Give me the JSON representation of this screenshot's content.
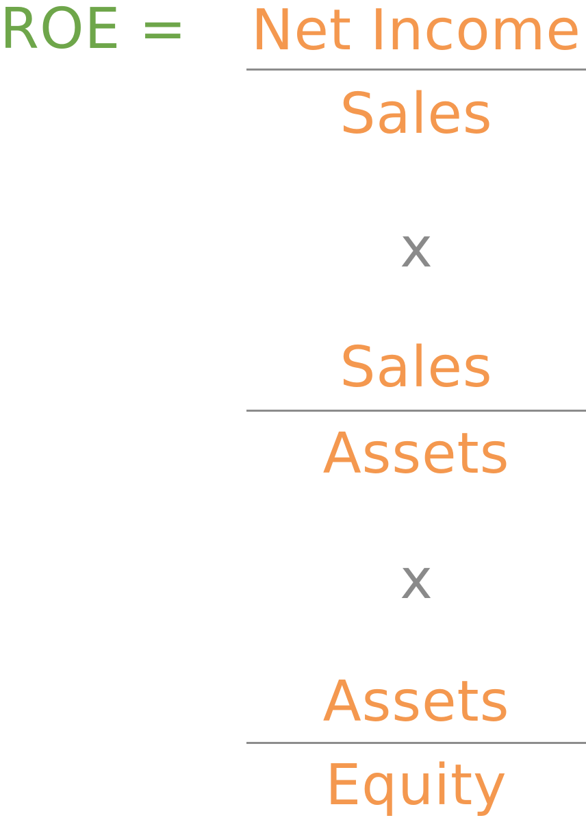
{
  "equation": {
    "lhs": "ROE =",
    "operator": "x",
    "fractions": [
      {
        "numerator": "Net Income",
        "denominator": "Sales"
      },
      {
        "numerator": "Sales",
        "denominator": "Assets"
      },
      {
        "numerator": "Assets",
        "denominator": "Equity"
      }
    ]
  },
  "colors": {
    "lhs": "#6ea64a",
    "terms": "#f4984f",
    "operator": "#8a8a8a",
    "fraction_bar": "#8c8c8c"
  }
}
